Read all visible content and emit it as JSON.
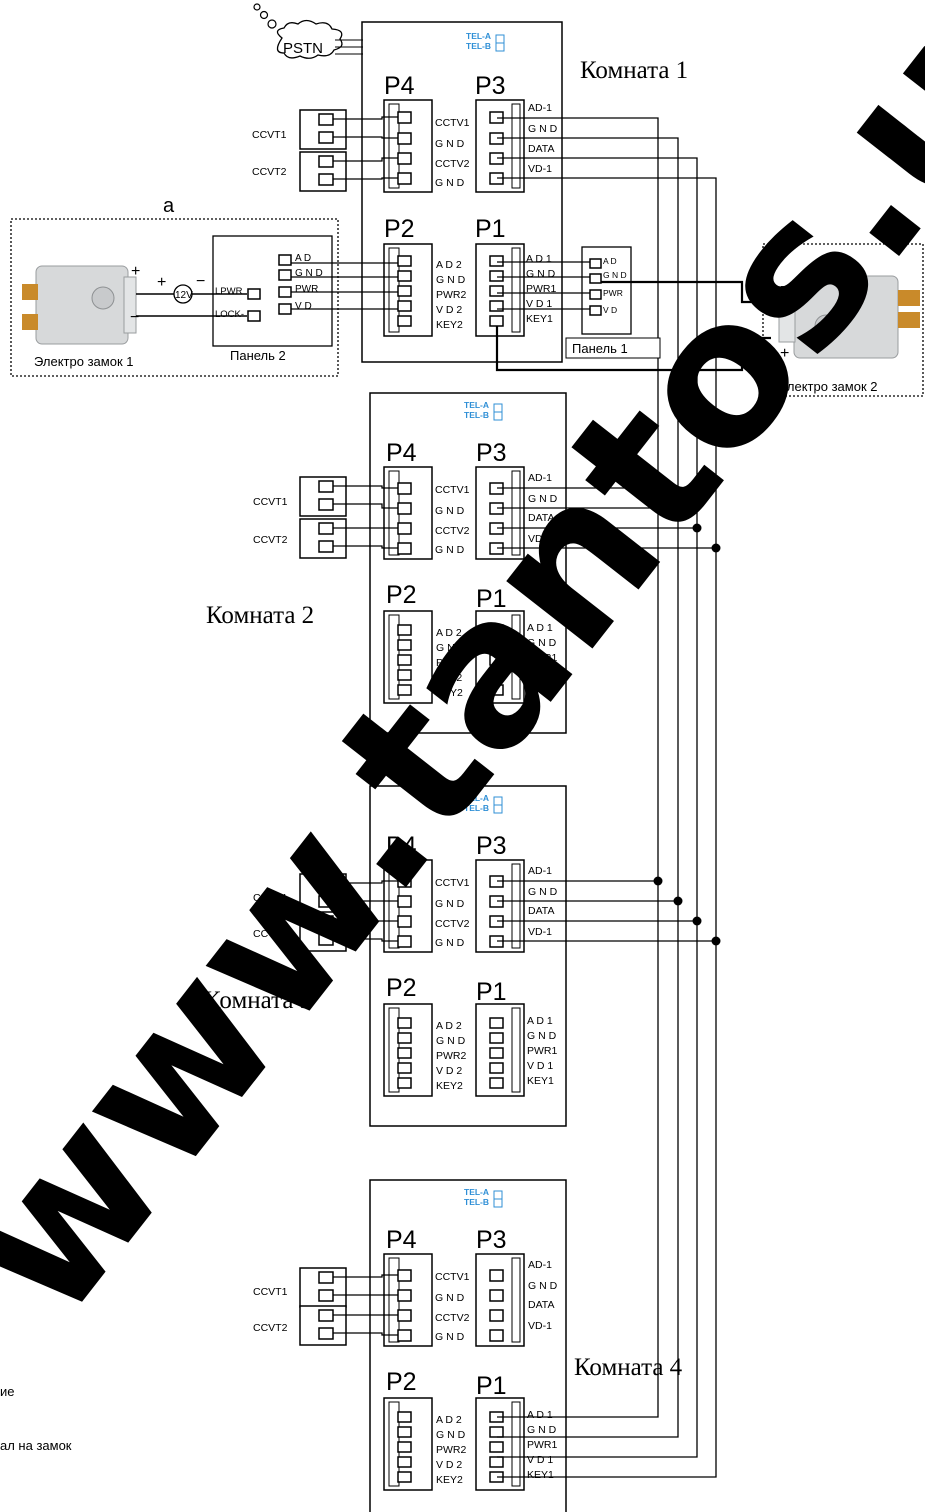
{
  "units": [
    {
      "room_label": "Комната 1",
      "tel_a": "TEL-A",
      "tel_b": "TEL-B",
      "p4": "P4",
      "p3": "P3",
      "p2": "P2",
      "p1": "P1",
      "p4_pins": [
        "CCTV1",
        "G N D",
        "CCTV2",
        "G N D"
      ],
      "p3_pins": [
        "AD-1",
        "G N D",
        "DATA",
        "VD-1"
      ],
      "p2_pins": [
        "A D 2",
        "G N D",
        "PWR2",
        "V D 2",
        "KEY2"
      ],
      "p1_pins": [
        "A D 1",
        "G N D",
        "PWR1",
        "V D 1",
        "KEY1"
      ],
      "camera_labels": [
        "CCVT1",
        "CCVT2"
      ]
    },
    {
      "room_label": "Комната 2",
      "tel_a": "TEL-A",
      "tel_b": "TEL-B",
      "p4": "P4",
      "p3": "P3",
      "p2": "P2",
      "p1": "P1",
      "p4_pins": [
        "CCTV1",
        "G N D",
        "CCTV2",
        "G N D"
      ],
      "p3_pins": [
        "AD-1",
        "G N D",
        "DATA",
        "VD-1"
      ],
      "p2_pins": [
        "A D 2",
        "G N D",
        "PWR2",
        "V D 2",
        "KEY2"
      ],
      "p1_pins": [
        "A D 1",
        "G N D",
        "PWR1",
        "V D 1",
        "KEY1"
      ],
      "camera_labels": [
        "CCVT1",
        "CCVT2"
      ]
    },
    {
      "room_label": "Комната 3",
      "tel_a": "TEL-A",
      "tel_b": "TEL-B",
      "p4": "P4",
      "p3": "P3",
      "p2": "P2",
      "p1": "P1",
      "p4_pins": [
        "CCTV1",
        "G N D",
        "CCTV2",
        "G N D"
      ],
      "p3_pins": [
        "AD-1",
        "G N D",
        "DATA",
        "VD-1"
      ],
      "p2_pins": [
        "A D 2",
        "G N D",
        "PWR2",
        "V D 2",
        "KEY2"
      ],
      "p1_pins": [
        "A D 1",
        "G N D",
        "PWR1",
        "V D 1",
        "KEY1"
      ],
      "camera_labels": [
        "CCVT1",
        "CCVT2"
      ]
    },
    {
      "room_label": "Комната 4",
      "tel_a": "TEL-A",
      "tel_b": "TEL-B",
      "p4": "P4",
      "p3": "P3",
      "p2": "P2",
      "p1": "P1",
      "p4_pins": [
        "CCTV1",
        "G N D",
        "CCTV2",
        "G N D"
      ],
      "p3_pins": [
        "AD-1",
        "G N D",
        "DATA",
        "VD-1"
      ],
      "p2_pins": [
        "A D 2",
        "G N D",
        "PWR2",
        "V D 2",
        "KEY2"
      ],
      "p1_pins": [
        "A D 1",
        "G N D",
        "PWR1",
        "V D 1",
        "KEY1"
      ],
      "camera_labels": [
        "CCVT1",
        "CCVT2"
      ]
    }
  ],
  "pstn": "PSTN",
  "a_label": "a",
  "lock1": {
    "caption": "Электро замок 1",
    "plus": "+",
    "minus": "−",
    "supply_plus": "+",
    "supply_minus": "−",
    "voltage": "12V"
  },
  "panel2": {
    "caption": "Панель 2",
    "pins": [
      "A D",
      "G N D",
      "PWR",
      "V D"
    ],
    "lock_pins": [
      "LPWR",
      "LOCK-"
    ]
  },
  "panel1": {
    "caption": "Панель 1",
    "pins": [
      "A D",
      "G N D",
      "PWR",
      "V D"
    ]
  },
  "lock2": {
    "caption": "Электро замок 2",
    "minus": "−",
    "plus": "+"
  },
  "cut_text": [
    "ие",
    "ал на замок"
  ],
  "watermark": "www.tantos.ua",
  "colors": {
    "line": "#000000",
    "tel": "#2f8fd6",
    "lock_body": "#d7d9da",
    "lock_bolt": "#c98a2a"
  }
}
